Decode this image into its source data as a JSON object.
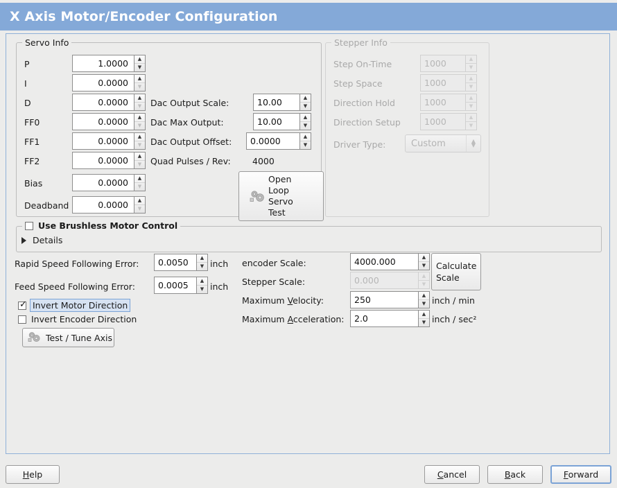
{
  "window": {
    "title": "X Axis Motor/Encoder Configuration"
  },
  "servo_info": {
    "legend": "Servo Info",
    "rows": [
      {
        "label": "P",
        "value": "1.0000",
        "up_enabled": true,
        "down_enabled": true
      },
      {
        "label": "I",
        "value": "0.0000",
        "up_enabled": true,
        "down_enabled": false
      },
      {
        "label": "D",
        "value": "0.0000",
        "up_enabled": true,
        "down_enabled": false
      },
      {
        "label": "FF0",
        "value": "0.0000",
        "up_enabled": true,
        "down_enabled": false
      },
      {
        "label": "FF1",
        "value": "0.0000",
        "up_enabled": true,
        "down_enabled": false
      },
      {
        "label": "FF2",
        "value": "0.0000",
        "up_enabled": true,
        "down_enabled": false
      },
      {
        "label": "Bias",
        "value": "0.0000",
        "up_enabled": true,
        "down_enabled": true
      },
      {
        "label": "Deadband",
        "value": "0.0000",
        "up_enabled": true,
        "down_enabled": false
      }
    ],
    "dac": [
      {
        "label": "Dac Output Scale:",
        "value": "10.00"
      },
      {
        "label": "Dac Max Output:",
        "value": "10.00"
      },
      {
        "label": "Dac Output Offset:",
        "value": "0.0000"
      }
    ],
    "quad_pulses_label": "Quad Pulses / Rev:",
    "quad_pulses_value": "4000",
    "open_loop_button": {
      "line1": "Open",
      "line2": "Loop",
      "line3": "Servo",
      "line4": "Test",
      "icon": "gears-icon"
    }
  },
  "stepper_info": {
    "legend": "Stepper Info",
    "enabled": false,
    "rows": [
      {
        "label": "Step On-Time",
        "value": "1000"
      },
      {
        "label": "Step Space",
        "value": "1000"
      },
      {
        "label": "Direction Hold",
        "value": "1000"
      },
      {
        "label": "Direction Setup",
        "value": "1000"
      }
    ],
    "driver_type_label": "Driver Type:",
    "driver_type_value": "Custom"
  },
  "brushless": {
    "legend": "Use Brushless Motor Control",
    "checked": false,
    "details_label": "Details",
    "details_expanded": false
  },
  "errors": {
    "rapid_label": "Rapid Speed Following Error:",
    "rapid_value": "0.0050",
    "rapid_unit": "inch",
    "feed_label": "Feed Speed Following Error:",
    "feed_value": "0.0005",
    "feed_unit": "inch"
  },
  "invert": {
    "motor_label": "Invert Motor Direction",
    "motor_checked": true,
    "motor_focused": true,
    "encoder_label": "Invert Encoder Direction",
    "encoder_checked": false
  },
  "test_tune_button": {
    "label": "Test / Tune Axis",
    "icon": "gears-icon"
  },
  "scales": {
    "encoder_label": "encoder Scale:",
    "encoder_value": "4000.000",
    "stepper_label": "Stepper Scale:",
    "stepper_value": "0.000",
    "stepper_enabled": false,
    "calculate_button": {
      "line1": "Calculate",
      "line2": "Scale"
    },
    "max_velocity_label_pre": "Maximum ",
    "max_velocity_label_key": "V",
    "max_velocity_label_post": "elocity:",
    "max_velocity_value": "250",
    "max_velocity_unit": "inch / min",
    "max_accel_label_pre": "Maximum ",
    "max_accel_label_key": "A",
    "max_accel_label_post": "cceleration:",
    "max_accel_value": "2.0",
    "max_accel_unit": "inch / sec²"
  },
  "footer": {
    "help_key": "H",
    "help_rest": "elp",
    "cancel_key": "C",
    "cancel_rest": "ancel",
    "back_key": "B",
    "back_rest": "ack",
    "forward_key": "F",
    "forward_rest": "orward",
    "focused": "forward-button"
  },
  "colors": {
    "titlebar": "#84a9d8",
    "background": "#ececeb",
    "panel_border": "#8fb0d8",
    "focus": "#7ba3d6",
    "disabled_text": "#a9a9a9"
  }
}
